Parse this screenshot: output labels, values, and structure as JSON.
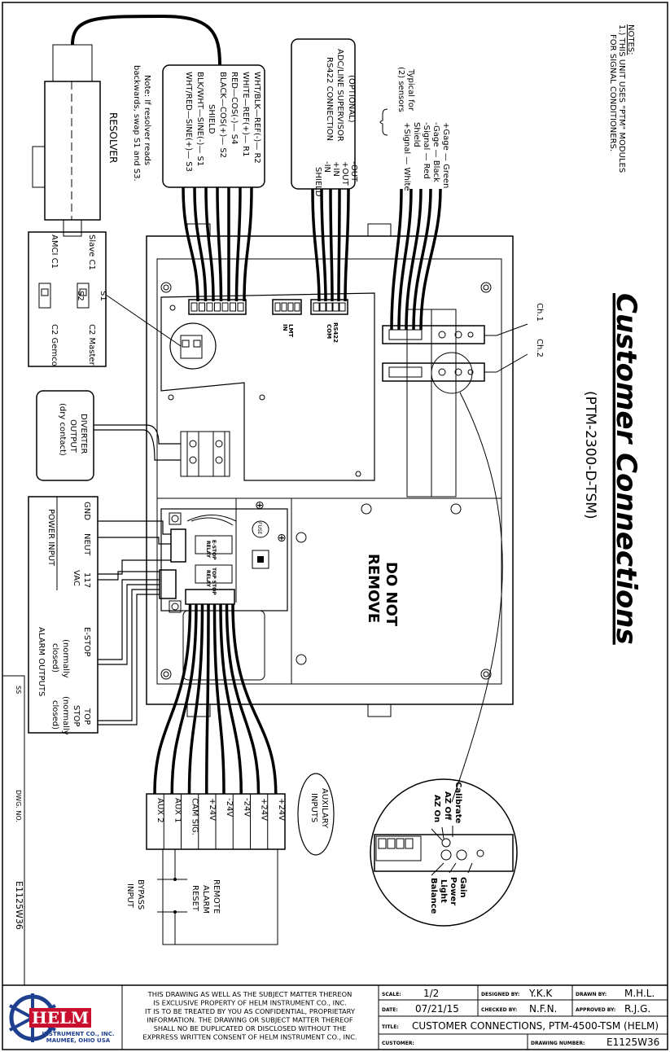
{
  "title": {
    "main": "Customer Connections",
    "sub": "(PTM-2300-D-TSM)"
  },
  "notes": {
    "heading": "NOTES:",
    "line1": "1.) THIS UNIT USES \"PTM\" MODULES",
    "line2": "FOR SIGNAL CONDITIONERS."
  },
  "resolver": {
    "label": "RESOLVER",
    "note1": "Note: If resolver reads",
    "note2": "backwards, swap S1 and S3.",
    "wires": [
      {
        "color": "WHT/BLK",
        "signal": "REF(-)",
        "term": "R2"
      },
      {
        "color": "WHITE",
        "signal": "REF(+)",
        "term": "R1"
      },
      {
        "color": "RED",
        "signal": "COS(-)",
        "term": "S4"
      },
      {
        "color": "BLACK",
        "signal": "COS(+)",
        "term": "S2"
      },
      {
        "color": "",
        "signal": "SHIELD",
        "term": ""
      },
      {
        "color": "BLK/WHT",
        "signal": "SINE(-)",
        "term": "S1"
      },
      {
        "color": "WHT/RED",
        "signal": "SINE(+)",
        "term": "S3"
      }
    ]
  },
  "adc": {
    "line1": "(OPTIONAL)",
    "line2": "ADC/LINE SUPERVISOR",
    "line3": "RS422 CONNECTION",
    "pins": [
      "-OUT",
      "+OUT",
      "+IN",
      "-IN",
      "SHIELD"
    ]
  },
  "sensors": {
    "typ1": "Typical for",
    "typ2": "(2) sensors",
    "rows": [
      {
        "sig": "+Gage",
        "col": "Green"
      },
      {
        "sig": "-Gage",
        "col": "Black"
      },
      {
        "sig": "-Signal",
        "col": "Red"
      },
      {
        "sig": "Shield",
        "col": ""
      },
      {
        "sig": "+Signal",
        "col": "White"
      }
    ],
    "ch1": "Ch.1",
    "ch2": "Ch.2"
  },
  "switches": {
    "s1": "S1",
    "s2": "S2",
    "slave": "Slave C1",
    "master": "C2 Master",
    "amci": "AMCI C1",
    "gemco": "C2 Gemco"
  },
  "board": {
    "lmt": "LMT",
    "in": "IN",
    "rs422": "RS422",
    "com": "COM",
    "fuse": "FUSE",
    "estop_relay": "E-STOP",
    "topstop_relay": "TOP STOP",
    "relay": "RELAY",
    "do_not": "DO NOT",
    "remove": "REMOVE"
  },
  "diverter": {
    "l1": "DIVERTER",
    "l2": "OUTPUT",
    "l3": "(dry contact)"
  },
  "power": {
    "gnd": "GND",
    "neut": "NEUT",
    "vac1": "117",
    "vac2": "VAC",
    "label": "POWER INPUT"
  },
  "alarm": {
    "estop": "E-STOP",
    "topstop1": "TOP",
    "topstop2": "STOP",
    "nc1": "(normally",
    "nc2": "closed)",
    "label": "ALARM OUTPUTS"
  },
  "aux": {
    "terms": [
      "+24V",
      "+24V",
      "-24V",
      "-24V",
      "+24V",
      "CAM SIG.",
      "AUX 1",
      "AUX 2"
    ],
    "inputs1": "AUXILARY",
    "inputs2": "INPUTS",
    "remote1": "REMOTE",
    "remote2": "ALARM",
    "remote3": "RESET",
    "bypass1": "BYPASS",
    "bypass2": "INPUT"
  },
  "detail": {
    "calibrate": "Calibrate",
    "azoff": "AZ Off",
    "azon": "AZ On",
    "gain": "Gain",
    "power1": "Power",
    "power2": "Light",
    "balance": "Balance"
  },
  "side": {
    "ss": "SS",
    "dwg": "DWG. NO.",
    "num": "E1125W36"
  },
  "titleblock": {
    "disclaimer": [
      "THIS DRAWING AS WELL AS THE SUBJECT MATTER THEREON",
      "IS EXCLUSIVE PROPERTY OF HELM INSTRUMENT CO., INC.",
      "IT IS TO BE TREATED BY YOU AS CONFIDENTIAL, PROPRIETARY",
      "INFORMATION. THE DRAWING OR SUBJECT MATTER THEREOF",
      "SHALL NO BE DUPLICATED OR DISCLOSED WITHOUT THE",
      "EXPRRESS WRITTEN CONSENT OF HELM INSTRUMENT CO., INC."
    ],
    "logo": "HELM",
    "company1": "INSTRUMENT CO., INC.",
    "company2": "MAUMEE, OHIO USA",
    "scale_label": "SCALE:",
    "scale": "1/2",
    "designed_label": "DESIGNED BY:",
    "designed": "Y.K.K",
    "drawn_label": "DRAWN BY:",
    "drawn": "M.H.L.",
    "date_label": "DATE:",
    "date": "07/21/15",
    "checked_label": "CHECKED BY:",
    "checked": "N.F.N.",
    "approved_label": "APPROVED BY:",
    "approved": "R.J.G.",
    "title_label": "TITLE:",
    "title": "CUSTOMER CONNECTIONS, PTM-4500-TSM (HELM)",
    "customer_label": "CUSTOMER:",
    "dwgnum_label": "DRAWING NUMBER:",
    "dwgnum": "E1125W36"
  },
  "colors": {
    "ink": "#000000",
    "logo_red": "#c8102e",
    "logo_blue": "#1f3f8f"
  }
}
